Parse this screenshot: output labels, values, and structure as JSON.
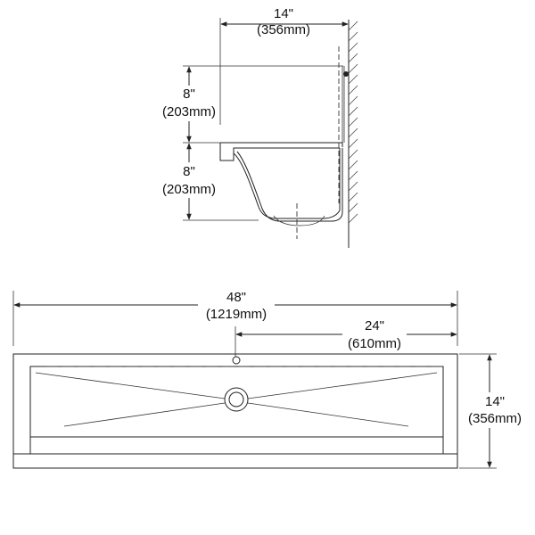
{
  "side_view": {
    "width_dim": {
      "inches": "14\"",
      "mm": "(356mm)"
    },
    "upper_height_dim": {
      "inches": "8\"",
      "mm": "(203mm)"
    },
    "lower_height_dim": {
      "inches": "8\"",
      "mm": "(203mm)"
    }
  },
  "plan_view": {
    "overall_width_dim": {
      "inches": "48\"",
      "mm": "(1219mm)"
    },
    "drain_offset_dim": {
      "inches": "24\"",
      "mm": "(610mm)"
    },
    "depth_dim": {
      "inches": "14\"",
      "mm": "(356mm)"
    }
  }
}
